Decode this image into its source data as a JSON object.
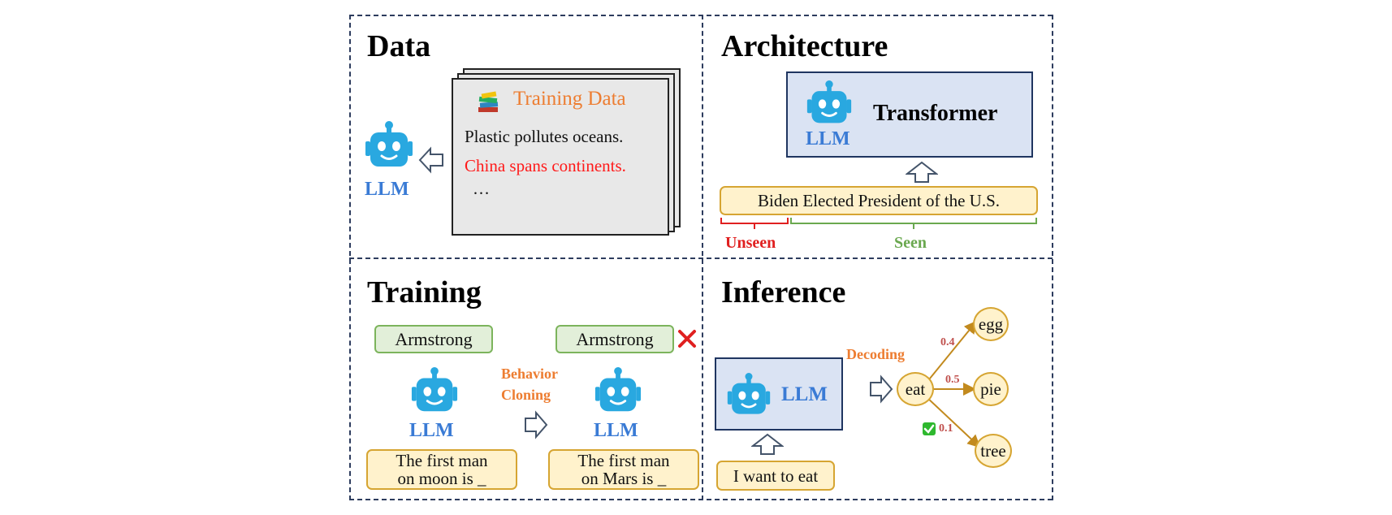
{
  "data_panel": {
    "title": "Data",
    "training_data_title": "Training Data",
    "lines": [
      "Plastic pollutes oceans.",
      "China spans continents.",
      "…"
    ],
    "llm_label": "LLM"
  },
  "architecture_panel": {
    "title": "Architecture",
    "llm_label": "LLM",
    "model_label": "Transformer",
    "input_text": "Biden Elected President of the U.S.",
    "unseen_label": "Unseen",
    "seen_label": "Seen"
  },
  "training_panel": {
    "title": "Training",
    "left_output": "Armstrong",
    "right_output": "Armstrong",
    "method_line1": "Behavior",
    "method_line2": "Cloning",
    "llm_label_left": "LLM",
    "llm_label_right": "LLM",
    "left_prompt_line1": "The first man",
    "left_prompt_line2": "on moon is _",
    "right_prompt_line1": "The first man",
    "right_prompt_line2": "on Mars is _"
  },
  "inference_panel": {
    "title": "Inference",
    "llm_label": "LLM",
    "decoding_label": "Decoding",
    "input_text": "I want to eat",
    "root_token": "eat",
    "candidates": [
      {
        "token": "egg",
        "prob": "0.4"
      },
      {
        "token": "pie",
        "prob": "0.5"
      },
      {
        "token": "tree",
        "prob": "0.1"
      }
    ]
  },
  "colors": {
    "dashed_border": "#2d3c5e",
    "robot": "#29a8e0",
    "llm_text": "#3a7bd5",
    "orange": "#ed7d31",
    "unseen": "#e02020",
    "seen": "#6aa84f",
    "error_red": "#e02020"
  }
}
